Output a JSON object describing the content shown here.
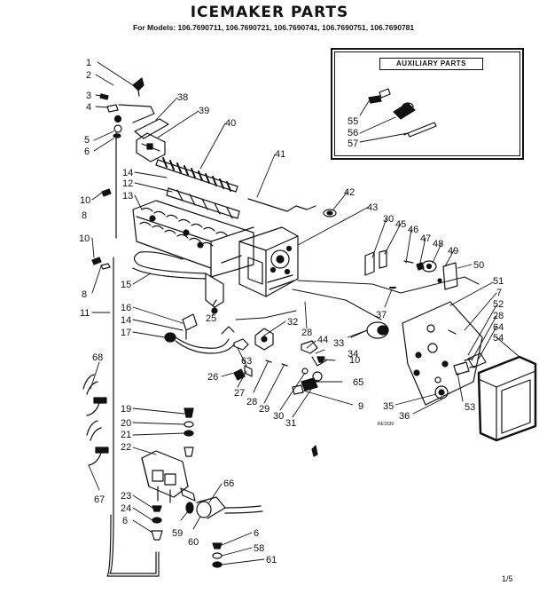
{
  "title": "ICEMAKER PARTS",
  "models": "For Models: 106.7690711, 106.7690721, 106.7690741, 106.7690751, 106.7690781",
  "auxiliary_title": "AUXILIARY PARTS",
  "drawing_code": "RE1639",
  "page_number": "1/5",
  "part_labels": [
    {
      "id": "p1",
      "text": "1"
    },
    {
      "id": "p2",
      "text": "2"
    },
    {
      "id": "p3",
      "text": "3"
    },
    {
      "id": "p4",
      "text": "4"
    },
    {
      "id": "p5",
      "text": "5"
    },
    {
      "id": "p6a",
      "text": "6"
    },
    {
      "id": "p38",
      "text": "38"
    },
    {
      "id": "p39",
      "text": "39"
    },
    {
      "id": "p40",
      "text": "40"
    },
    {
      "id": "p41",
      "text": "41"
    },
    {
      "id": "p14a",
      "text": "14"
    },
    {
      "id": "p12",
      "text": "12"
    },
    {
      "id": "p13",
      "text": "13"
    },
    {
      "id": "p10a",
      "text": "10"
    },
    {
      "id": "p8a",
      "text": "8"
    },
    {
      "id": "p42",
      "text": "42"
    },
    {
      "id": "p43",
      "text": "43"
    },
    {
      "id": "p30a",
      "text": "30"
    },
    {
      "id": "p45",
      "text": "45"
    },
    {
      "id": "p46",
      "text": "46"
    },
    {
      "id": "p47",
      "text": "47"
    },
    {
      "id": "p48",
      "text": "48"
    },
    {
      "id": "p49",
      "text": "49"
    },
    {
      "id": "p50",
      "text": "50"
    },
    {
      "id": "p10b",
      "text": "10"
    },
    {
      "id": "p8b",
      "text": "8"
    },
    {
      "id": "p15",
      "text": "15"
    },
    {
      "id": "p11",
      "text": "11"
    },
    {
      "id": "p16",
      "text": "16"
    },
    {
      "id": "p14b",
      "text": "14"
    },
    {
      "id": "p17",
      "text": "17"
    },
    {
      "id": "p25",
      "text": "25"
    },
    {
      "id": "p32",
      "text": "32"
    },
    {
      "id": "p28a",
      "text": "28"
    },
    {
      "id": "p37",
      "text": "37"
    },
    {
      "id": "p51",
      "text": "51"
    },
    {
      "id": "p7",
      "text": "7"
    },
    {
      "id": "p52",
      "text": "52"
    },
    {
      "id": "p28b",
      "text": "28"
    },
    {
      "id": "p64",
      "text": "64"
    },
    {
      "id": "p54",
      "text": "54"
    },
    {
      "id": "p44",
      "text": "44"
    },
    {
      "id": "p33",
      "text": "33"
    },
    {
      "id": "p34",
      "text": "34"
    },
    {
      "id": "p63",
      "text": "63"
    },
    {
      "id": "p26",
      "text": "26"
    },
    {
      "id": "p27",
      "text": "27"
    },
    {
      "id": "p28c",
      "text": "28"
    },
    {
      "id": "p29",
      "text": "29"
    },
    {
      "id": "p30b",
      "text": "30"
    },
    {
      "id": "p31",
      "text": "31"
    },
    {
      "id": "p35",
      "text": "35"
    },
    {
      "id": "p36",
      "text": "36"
    },
    {
      "id": "p53",
      "text": "53"
    },
    {
      "id": "p68",
      "text": "68"
    },
    {
      "id": "p19",
      "text": "19"
    },
    {
      "id": "p20",
      "text": "20"
    },
    {
      "id": "p21",
      "text": "21"
    },
    {
      "id": "p22",
      "text": "22"
    },
    {
      "id": "p10c",
      "text": "10"
    },
    {
      "id": "p65",
      "text": "65"
    },
    {
      "id": "p9",
      "text": "9"
    },
    {
      "id": "p67",
      "text": "67"
    },
    {
      "id": "p66",
      "text": "66"
    },
    {
      "id": "p23",
      "text": "23"
    },
    {
      "id": "p24",
      "text": "24"
    },
    {
      "id": "p6b",
      "text": "6"
    },
    {
      "id": "p59",
      "text": "59"
    },
    {
      "id": "p60",
      "text": "60"
    },
    {
      "id": "p6c",
      "text": "6"
    },
    {
      "id": "p58",
      "text": "58"
    },
    {
      "id": "p61",
      "text": "61"
    },
    {
      "id": "p55",
      "text": "55"
    },
    {
      "id": "p56",
      "text": "56"
    },
    {
      "id": "p57",
      "text": "57"
    }
  ]
}
